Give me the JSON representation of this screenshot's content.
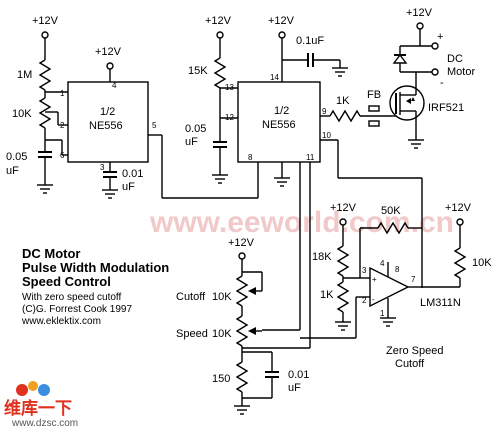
{
  "title": {
    "line1": "DC Motor",
    "line2": "Pulse Width Modulation",
    "line3": "Speed Control",
    "note1": "With zero speed cutoff",
    "note2": "(C)G. Forrest Cook 1997",
    "note3": "www.eklektix.com"
  },
  "supply": "+12V",
  "ic1": {
    "line1": "1/2",
    "line2": "NE556"
  },
  "ic2": {
    "line1": "1/2",
    "line2": "NE556"
  },
  "comparator": "LM311N",
  "mosfet": "IRF521",
  "resistors": {
    "r1M": "1M",
    "r10K": "10K",
    "r15K": "15K",
    "r1K_gate": "1K",
    "r50K": "50K",
    "r18K": "18K",
    "r1K_div": "1K",
    "r10K_pullup": "10K",
    "cutoff_val": "10K",
    "speed_val": "10K",
    "r150": "150"
  },
  "capacitors": {
    "c005a_1": "0.05",
    "c005a_2": "uF",
    "c001a_1": "0.01",
    "c001a_2": "uF",
    "c01u": "0.1uF",
    "c005b_1": "0.05",
    "c005b_2": "uF",
    "c001b_1": "0.01",
    "c001b_2": "uF"
  },
  "labels": {
    "fb": "FB",
    "motor1": "DC",
    "motor2": "Motor",
    "plus": "+",
    "minus": "-",
    "cutoff": "Cutoff",
    "speed": "Speed",
    "zero1": "Zero Speed",
    "zero2": "Cutoff"
  },
  "pins": {
    "p1": "1",
    "p2": "2",
    "p3": "3",
    "p4": "4",
    "p5": "5",
    "p6": "6",
    "p8": "8",
    "p9": "9",
    "p10": "10",
    "p11": "11",
    "p12": "12",
    "p13": "13",
    "p14": "14",
    "c2": "2",
    "c3": "3",
    "c4": "4",
    "c7": "7",
    "c8": "8",
    "c1": "1"
  },
  "watermark": "www.eeworld.com.cn",
  "brand": "维库一下",
  "site": "www.dzsc.com",
  "colors": {
    "ink": "#000000",
    "watermark": "#f1c9c9",
    "brand": "#e0301e"
  }
}
